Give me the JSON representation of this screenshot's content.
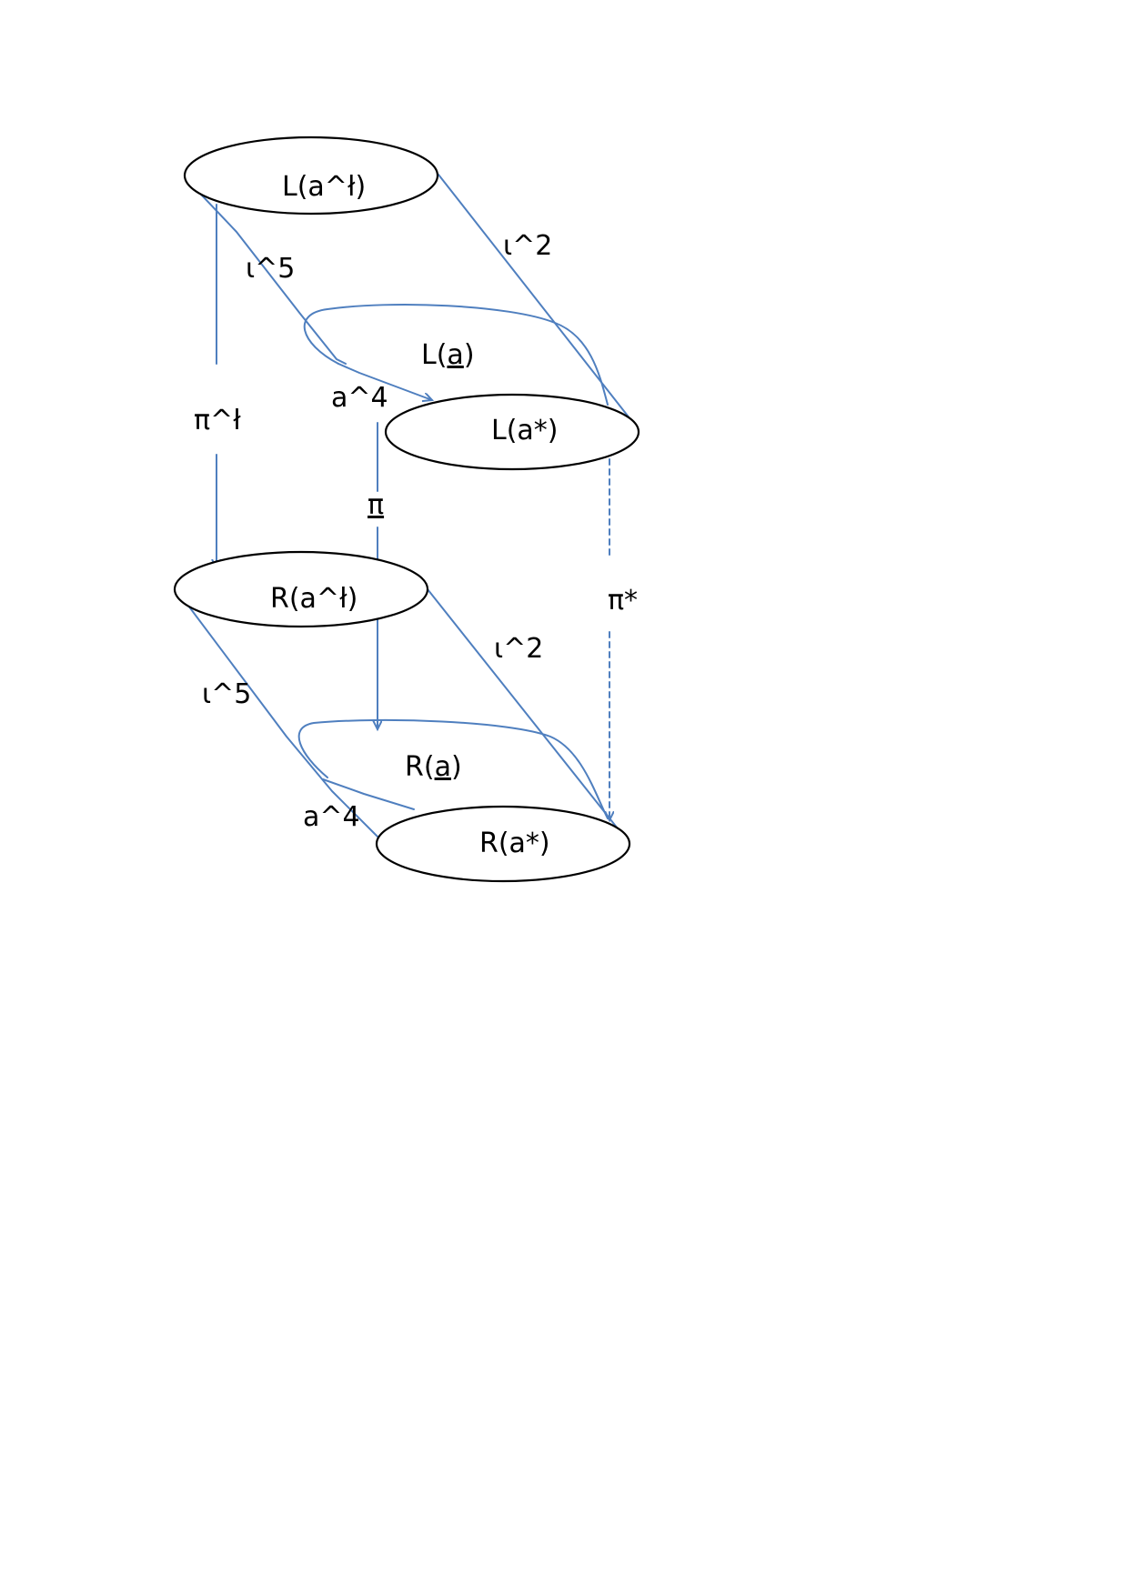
{
  "colors": {
    "arrow": "#4f7fbf",
    "node_stroke": "#000000",
    "text": "#000000"
  },
  "nodes": {
    "L_dagger": {
      "pre": "L(a^",
      "mid": "ł",
      "post": ")"
    },
    "L_under": {
      "pre": "L(",
      "mid": "a",
      "post": ")"
    },
    "L_star": {
      "pre": "L(a*)",
      "mid": "",
      "post": ""
    },
    "R_dagger": {
      "pre": "R(a^",
      "mid": "ł",
      "post": ")"
    },
    "R_under": {
      "pre": "R(",
      "mid": "a",
      "post": ")"
    },
    "R_star": {
      "pre": "R(a*)",
      "mid": "",
      "post": ""
    }
  },
  "labels": {
    "iota5_top": "ι^5",
    "iota2_top": "ι^2",
    "a4_top": "a^4",
    "pi_dagger": "π^ł",
    "pi_under": "π",
    "pi_star": "π*",
    "iota5_bottom": "ι^5",
    "iota2_bottom": "ι^2",
    "a4_bottom": "a^4"
  }
}
